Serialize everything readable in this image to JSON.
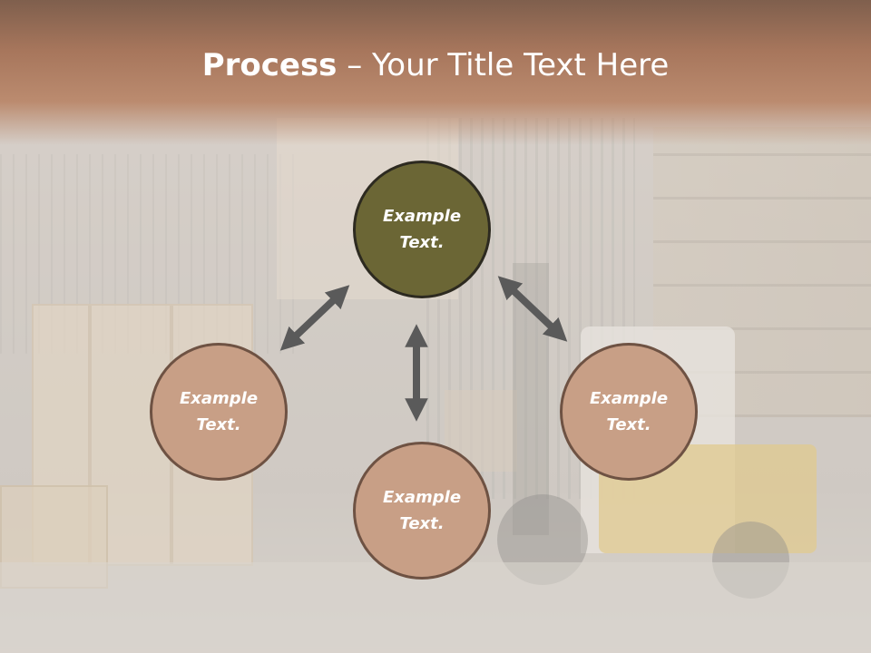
{
  "slide": {
    "title_bold": "Process",
    "title_rest": " – Your Title Text Here"
  },
  "cycle": {
    "items": [
      {
        "line1": "Example",
        "line2": "Text."
      },
      {
        "line1": "Example",
        "line2": "Text."
      },
      {
        "line1": "Example",
        "line2": "Text."
      },
      {
        "line1": "Example",
        "line2": "Text."
      }
    ]
  },
  "colors": {
    "title_bar": "#a7765c",
    "circle_primary": "#6b6635",
    "circle_secondary": "#c89f86",
    "arrow": "#5a5a5a"
  },
  "icons": {
    "arrows": [
      "double-arrow-icon",
      "double-arrow-icon",
      "double-arrow-icon"
    ]
  }
}
